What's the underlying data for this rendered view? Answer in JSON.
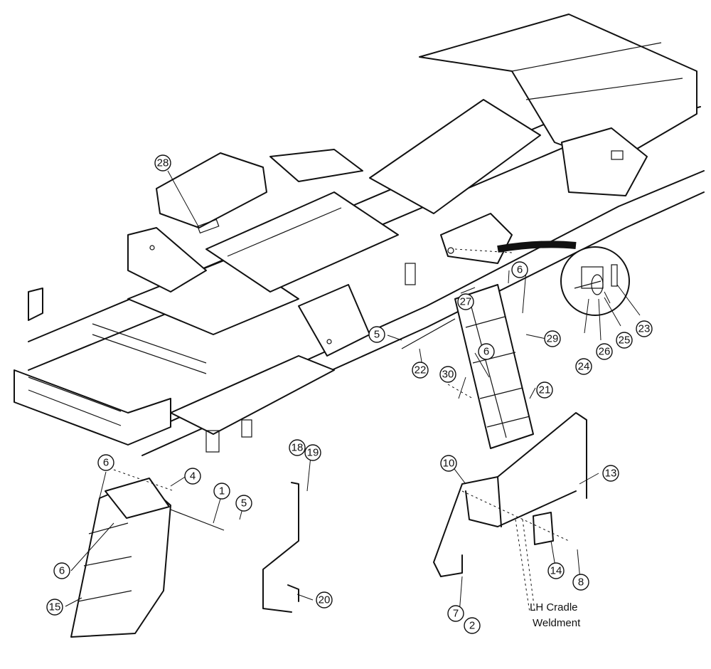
{
  "diagram": {
    "callouts": [
      {
        "id": "c28",
        "label": "28"
      },
      {
        "id": "c6a",
        "label": "6"
      },
      {
        "id": "c27",
        "label": "27"
      },
      {
        "id": "c6b",
        "label": "6"
      },
      {
        "id": "c23",
        "label": "23"
      },
      {
        "id": "c25",
        "label": "25"
      },
      {
        "id": "c26",
        "label": "26"
      },
      {
        "id": "c24",
        "label": "24"
      },
      {
        "id": "c5a",
        "label": "5"
      },
      {
        "id": "c29",
        "label": "29"
      },
      {
        "id": "c22",
        "label": "22"
      },
      {
        "id": "c6c",
        "label": "6"
      },
      {
        "id": "c30",
        "label": "30"
      },
      {
        "id": "c21",
        "label": "21"
      },
      {
        "id": "c6d",
        "label": "6"
      },
      {
        "id": "c4",
        "label": "4"
      },
      {
        "id": "c1",
        "label": "1"
      },
      {
        "id": "c5b",
        "label": "5"
      },
      {
        "id": "c18",
        "label": "18"
      },
      {
        "id": "c19",
        "label": "19"
      },
      {
        "id": "c10",
        "label": "10"
      },
      {
        "id": "c13",
        "label": "13"
      },
      {
        "id": "c6e",
        "label": "6"
      },
      {
        "id": "c15",
        "label": "15"
      },
      {
        "id": "c20",
        "label": "20"
      },
      {
        "id": "c14",
        "label": "14"
      },
      {
        "id": "c8",
        "label": "8"
      },
      {
        "id": "c7",
        "label": "7"
      },
      {
        "id": "c2",
        "label": "2"
      }
    ],
    "note_line1": "LH Cradle",
    "note_line2": "Weldment"
  }
}
